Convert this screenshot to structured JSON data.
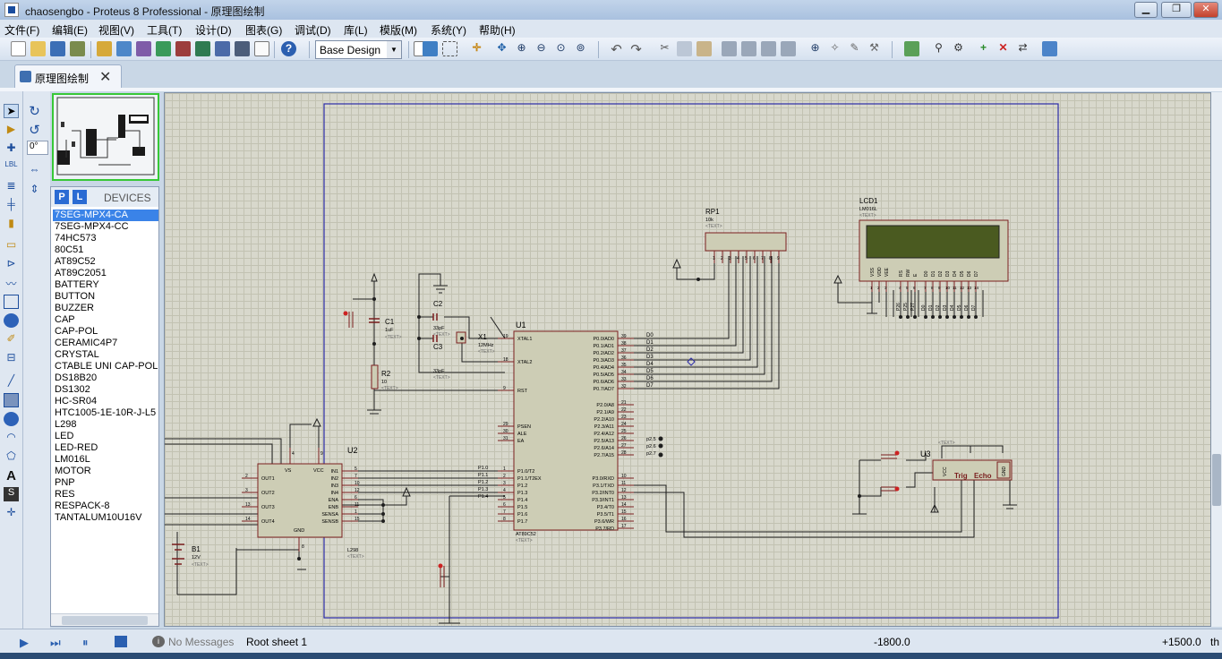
{
  "window": {
    "title": "chaosengbo - Proteus 8 Professional - 原理图绘制",
    "min": "▁",
    "max": "❐",
    "close": "✕"
  },
  "menu": [
    "文件(F)",
    "编辑(E)",
    "视图(V)",
    "工具(T)",
    "设计(D)",
    "图表(G)",
    "调试(D)",
    "库(L)",
    "模版(M)",
    "系统(Y)",
    "帮助(H)"
  ],
  "toolbar": {
    "design_select": "Base Design"
  },
  "tab": {
    "label": "原理图绘制",
    "close": "✕"
  },
  "left": {
    "rotation": "0°"
  },
  "devices": {
    "p_btn": "P",
    "l_btn": "L",
    "title": "DEVICES",
    "items": [
      "7SEG-MPX4-CA",
      "7SEG-MPX4-CC",
      "74HC573",
      "80C51",
      "AT89C52",
      "AT89C2051",
      "BATTERY",
      "BUTTON",
      "BUZZER",
      "CAP",
      "CAP-POL",
      "CERAMIC4P7",
      "CRYSTAL",
      "CTABLE UNI CAP-POL",
      "DS18B20",
      "DS1302",
      "HC-SR04",
      "HTC1005-1E-10R-J-L5",
      "L298",
      "LED",
      "LED-RED",
      "LM016L",
      "MOTOR",
      "PNP",
      "RES",
      "RESPACK-8",
      "TANTALUM10U16V"
    ],
    "selected": 0
  },
  "schematic": {
    "text_placeholder": "<TEXT>",
    "u1": {
      "ref": "U1",
      "part": "AT89C52",
      "left_pins": [
        [
          "19",
          "XTAL1"
        ],
        [
          "18",
          "XTAL2"
        ],
        [
          "9",
          "RST"
        ],
        [
          "29",
          "PSEN"
        ],
        [
          "30",
          "ALE"
        ],
        [
          "31",
          "EA"
        ],
        [
          "1",
          "P1.0/T2"
        ],
        [
          "2",
          "P1.1/T2EX"
        ],
        [
          "3",
          "P1.2"
        ],
        [
          "4",
          "P1.3"
        ],
        [
          "5",
          "P1.4"
        ],
        [
          "6",
          "P1.5"
        ],
        [
          "7",
          "P1.6"
        ],
        [
          "8",
          "P1.7"
        ]
      ],
      "right_pins": [
        [
          "39",
          "P0.0/AD0"
        ],
        [
          "38",
          "P0.1/AD1"
        ],
        [
          "37",
          "P0.2/AD2"
        ],
        [
          "36",
          "P0.3/AD3"
        ],
        [
          "35",
          "P0.4/AD4"
        ],
        [
          "34",
          "P0.5/AD5"
        ],
        [
          "33",
          "P0.6/AD6"
        ],
        [
          "32",
          "P0.7/AD7"
        ],
        [
          "21",
          "P2.0/A8"
        ],
        [
          "22",
          "P2.1/A9"
        ],
        [
          "23",
          "P2.2/A10"
        ],
        [
          "24",
          "P2.3/A11"
        ],
        [
          "25",
          "P2.4/A12"
        ],
        [
          "26",
          "P2.5/A13"
        ],
        [
          "27",
          "P2.6/A14"
        ],
        [
          "28",
          "P2.7/A15"
        ],
        [
          "10",
          "P3.0/RXD"
        ],
        [
          "11",
          "P3.1/TXD"
        ],
        [
          "12",
          "P3.2/INT0"
        ],
        [
          "13",
          "P3.3/INT1"
        ],
        [
          "14",
          "P3.4/T0"
        ],
        [
          "15",
          "P3.5/T1"
        ],
        [
          "16",
          "P3.6/WR"
        ],
        [
          "17",
          "P3.7/RD"
        ]
      ],
      "data_labels": [
        "D0",
        "D1",
        "D2",
        "D3",
        "D4",
        "D5",
        "D6",
        "D7"
      ],
      "p1_labels": [
        "P1.0",
        "P1.1",
        "P1.2",
        "P1.3",
        "P1.4"
      ],
      "p2_labels": [
        "p2.5",
        "p2.6",
        "p2.7"
      ]
    },
    "u2": {
      "ref": "U2",
      "part": "L298",
      "left_pins": [
        [
          "2",
          "OUT1"
        ],
        [
          "3",
          "OUT2"
        ],
        [
          "13",
          "OUT3"
        ],
        [
          "14",
          "OUT4"
        ]
      ],
      "right_pins": [
        [
          "5",
          "IN1"
        ],
        [
          "7",
          "IN2"
        ],
        [
          "10",
          "IN3"
        ],
        [
          "12",
          "IN4"
        ],
        [
          "6",
          "ENA"
        ],
        [
          "11",
          "ENB"
        ],
        [
          "1",
          "SENSA"
        ],
        [
          "15",
          "SENSB"
        ]
      ],
      "top_pins": [
        [
          "4",
          "VS"
        ],
        [
          "9",
          "VCC"
        ]
      ],
      "bottom_pin": [
        "8",
        "GND"
      ]
    },
    "u3": {
      "ref": "U3",
      "labels": [
        "Trig",
        "Echo"
      ],
      "vcc": "VCC",
      "gnd": "GND"
    },
    "rp1": {
      "ref": "RP1",
      "value": "10k",
      "pins": [
        "1",
        "2",
        "3",
        "4",
        "5",
        "6",
        "7",
        "8",
        "9"
      ]
    },
    "lcd1": {
      "ref": "LCD1",
      "part": "LM016L",
      "pins": [
        "VSS",
        "VDD",
        "VEE",
        "RS",
        "RW",
        "E",
        "D0",
        "D1",
        "D2",
        "D3",
        "D4",
        "D5",
        "D6",
        "D7"
      ],
      "pin_numbers": [
        "1",
        "2",
        "3",
        "4",
        "5",
        "6",
        "7",
        "8",
        "9",
        "10",
        "11",
        "12",
        "13",
        "14"
      ],
      "net_labels": [
        "P26",
        "P25",
        "P27",
        "D0",
        "D1",
        "D2",
        "D3",
        "D4",
        "D5",
        "D6",
        "D7"
      ]
    },
    "c1": {
      "ref": "C1",
      "value": "1uF"
    },
    "c2": {
      "ref": "C2",
      "value": "33pF"
    },
    "c3": {
      "ref": "C3",
      "value": "33pF"
    },
    "x1": {
      "ref": "X1",
      "value": "12MHz"
    },
    "r2": {
      "ref": "R2",
      "value": "10"
    },
    "b1": {
      "ref": "B1",
      "value": "12V"
    }
  },
  "status": {
    "messages": "No Messages",
    "sheet": "Root sheet 1",
    "x": "-1800.0",
    "y": "+1500.0",
    "unit": "th"
  }
}
